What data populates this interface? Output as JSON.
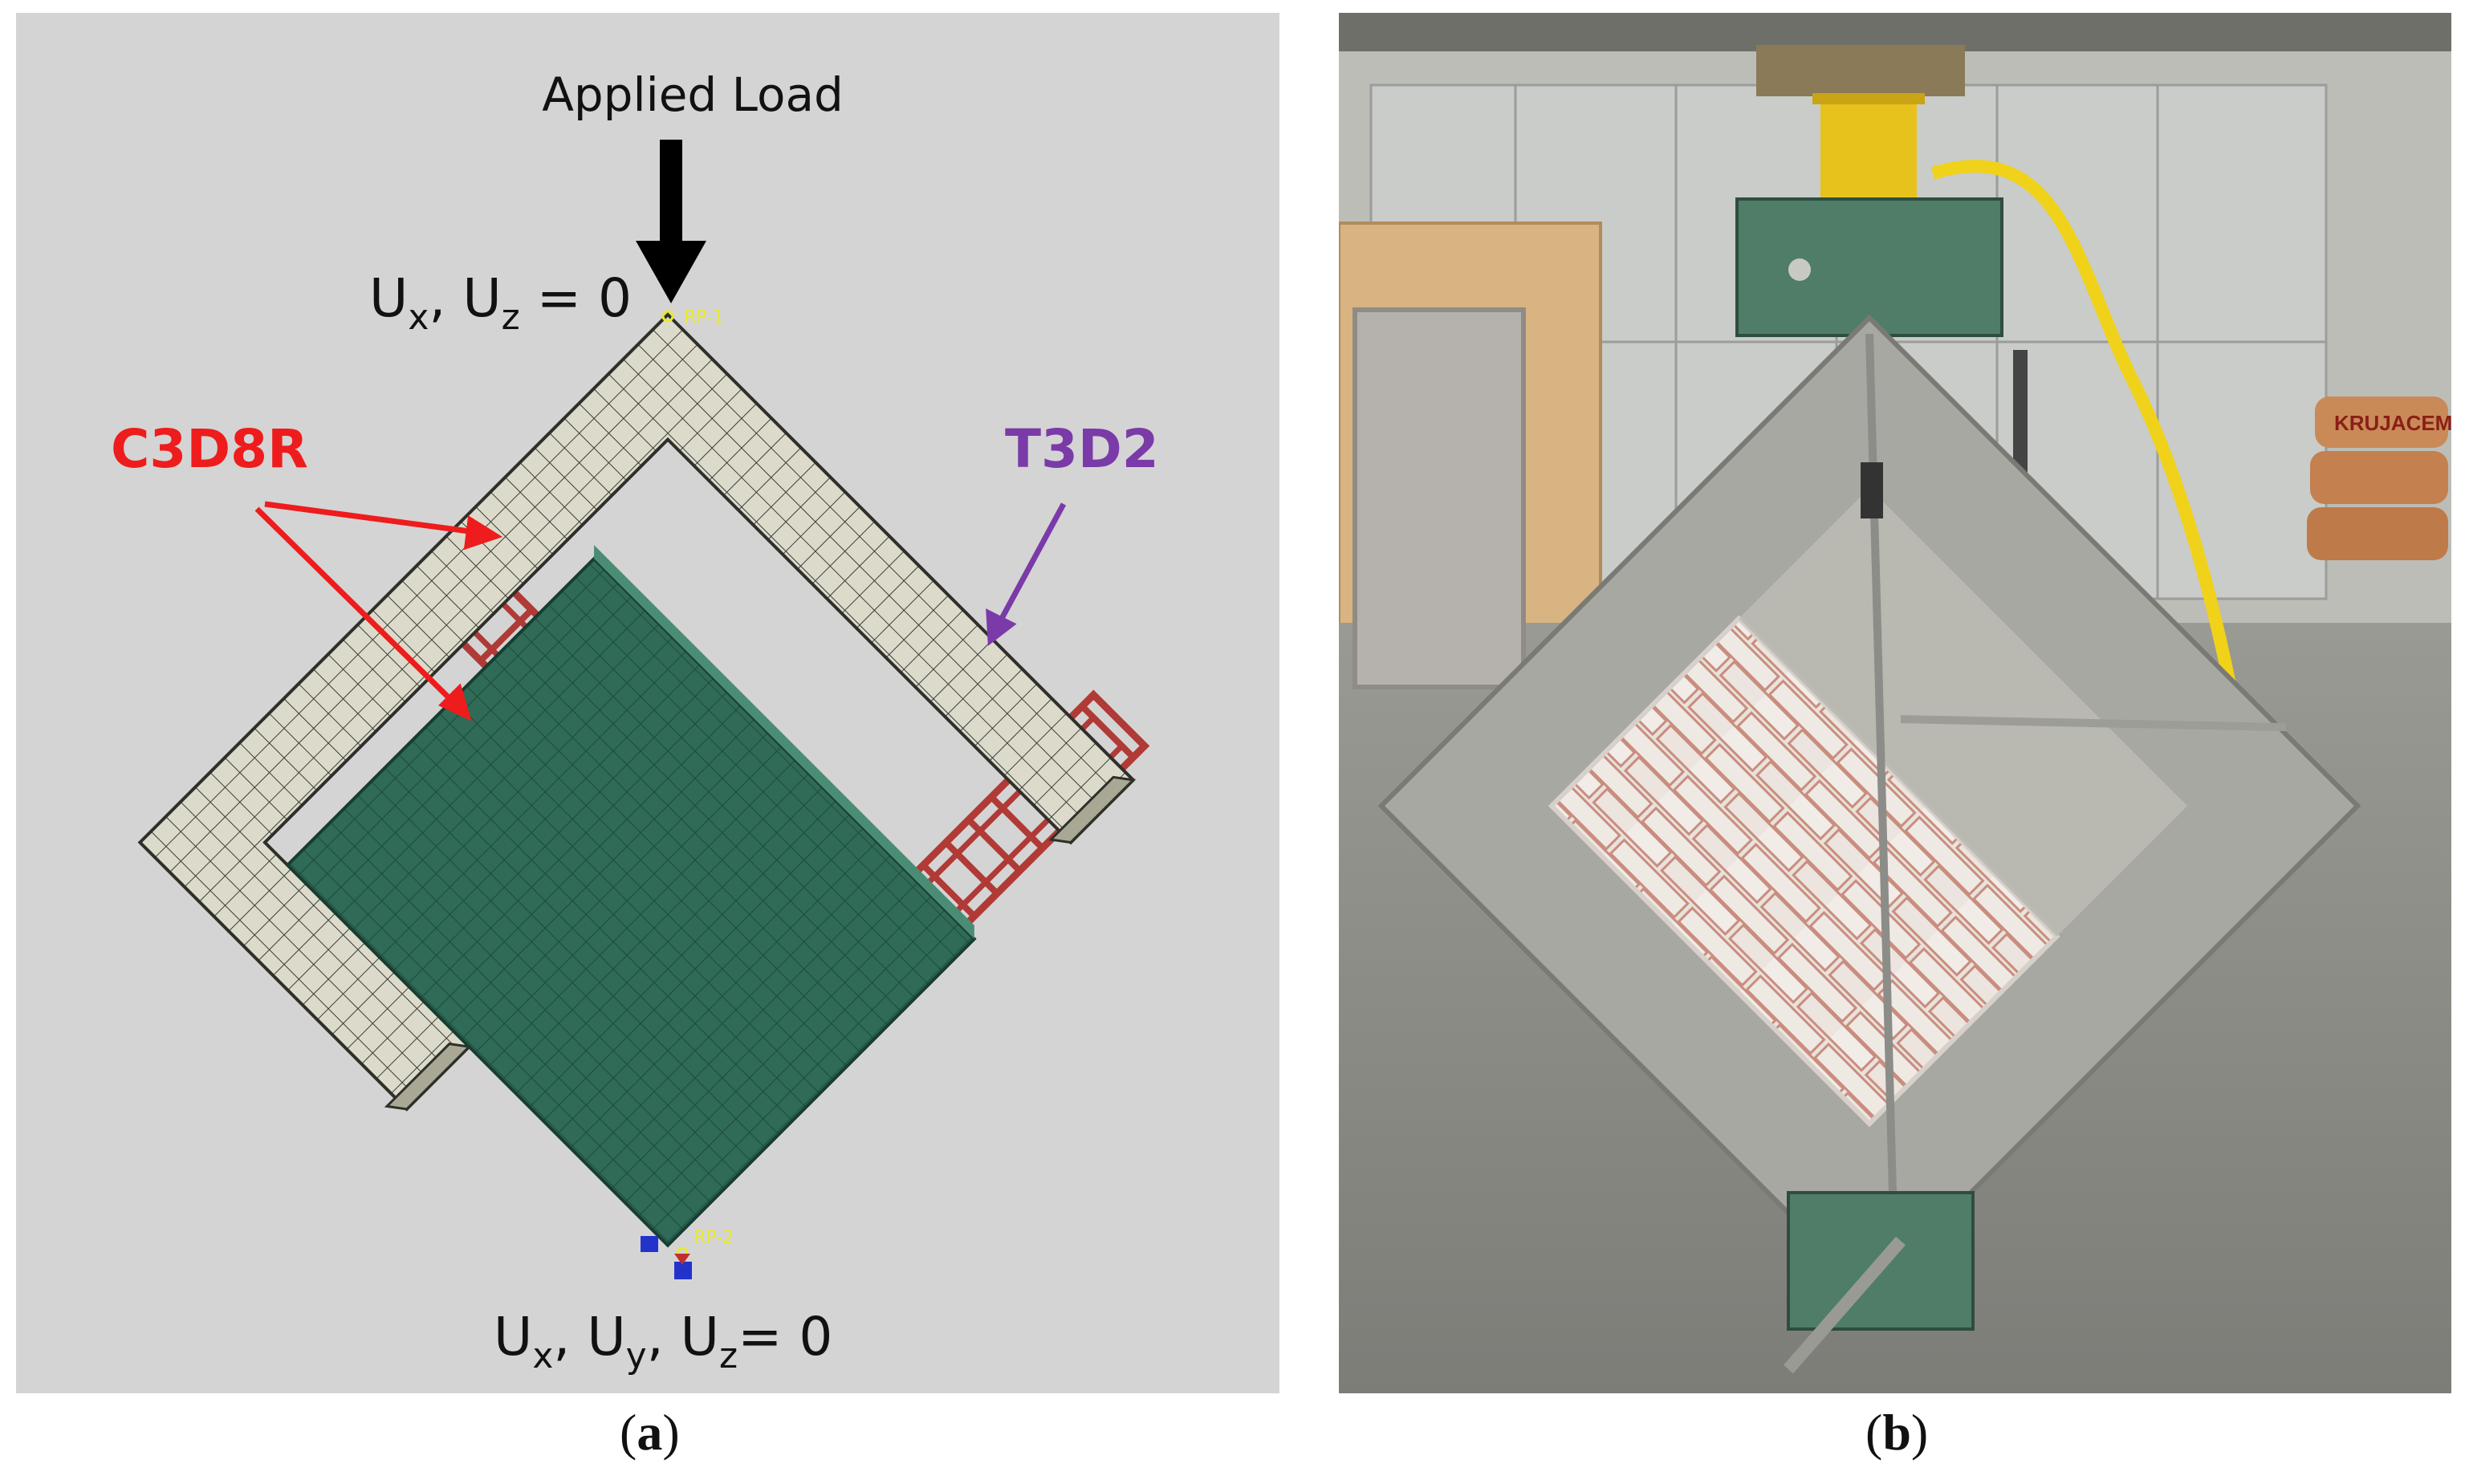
{
  "panel_a": {
    "applied_load": "Applied Load",
    "top_bc_main": "U",
    "top_bc_sub1": "x",
    "top_bc_sep": ", U",
    "top_bc_sub2": "z",
    "top_bc_end": " = 0",
    "bottom_bc_main": "U",
    "bottom_bc_sub1": "x",
    "bottom_bc_sep1": ", U",
    "bottom_bc_sub2": "y",
    "bottom_bc_sep2": ", U",
    "bottom_bc_sub3": "z",
    "bottom_bc_end": "= 0",
    "solid_element_label": "C3D8R",
    "truss_element_label": "T3D2",
    "rp_top": "RP-1",
    "rp_bottom": "RP-2",
    "colors": {
      "background": "#d4d4d4",
      "frame_mesh": "#dcdbcb",
      "infill_mesh": "#2f6b57",
      "rebar": "#b03a36",
      "solid_label": "#ee1c1c",
      "truss_label": "#7a3aa8",
      "reference_point": "#e8e832"
    }
  },
  "panel_b": {
    "bag_text": "KRUJACEM"
  },
  "captions": {
    "a_open": "(",
    "a_letter": "a",
    "a_close": ")",
    "b_open": "(",
    "b_letter": "b",
    "b_close": ")"
  }
}
